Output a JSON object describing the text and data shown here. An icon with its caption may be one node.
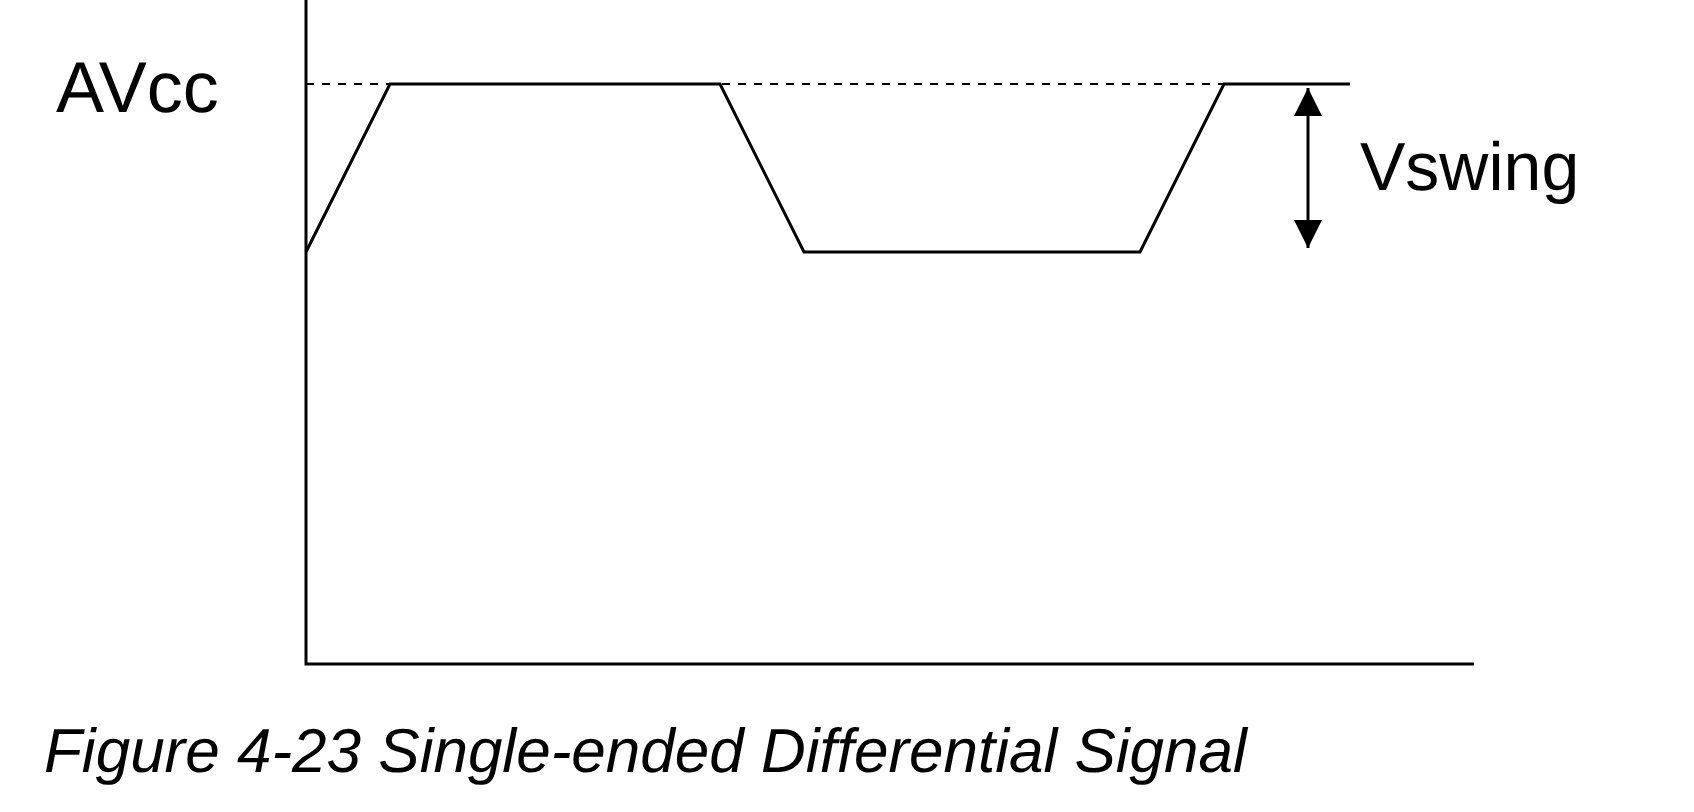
{
  "diagram": {
    "caption": "Figure 4-23 Single-ended Differential Signal",
    "labels": [
      "AVcc",
      "Vswing"
    ]
  }
}
